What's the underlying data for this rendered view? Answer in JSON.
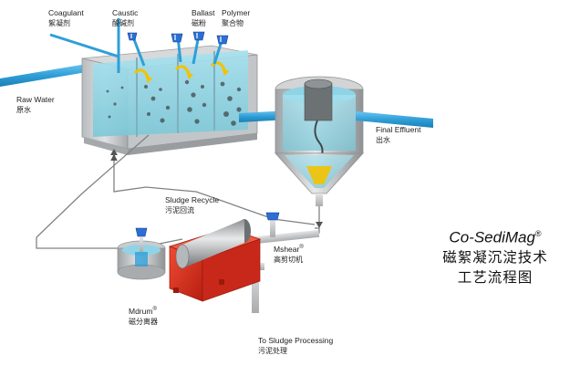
{
  "labels": {
    "coagulant": {
      "en": "Coagulant",
      "zh": "絮凝剂"
    },
    "caustic": {
      "en": "Caustic",
      "zh": "酸碱剂"
    },
    "ballast": {
      "en": "Ballast",
      "zh": "磁粉"
    },
    "polymer": {
      "en": "Polymer",
      "zh": "聚合物"
    },
    "raw_water": {
      "en": "Raw Water",
      "zh": "原水"
    },
    "final_effluent": {
      "en": "Final Effluent",
      "zh": "出水"
    },
    "sludge_recycle": {
      "en": "Sludge Recycle",
      "zh": "污泥回流"
    },
    "mshear": {
      "en": "Mshear",
      "reg": "®",
      "zh": "高剪切机"
    },
    "mdrum": {
      "en": "Mdrum",
      "reg": "®",
      "zh": "磁分离器"
    },
    "sludge_processing": {
      "en": "To Sludge Processing",
      "zh": "污泥处理"
    }
  },
  "title": {
    "en": "Co-SediMag",
    "reg": "®",
    "zh_line1": "磁絮凝沉淀技术",
    "zh_line2": "工艺流程图"
  },
  "colors": {
    "water_blue": "#2f9fd8",
    "tank_gray": "#c9ccce",
    "tank_water": "#8fd4e6",
    "pipe_gray": "#b8babc",
    "drum_red": "#d9301f",
    "chemical_blue": "#2b6fd6",
    "arrow_yellow": "#f2c200"
  }
}
